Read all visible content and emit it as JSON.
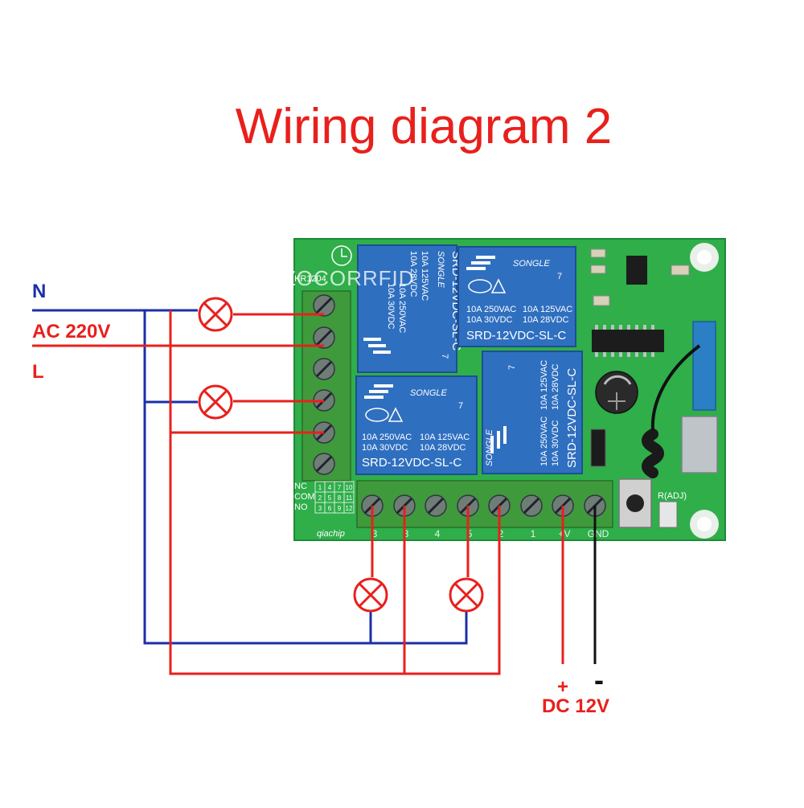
{
  "title": "Wiring diagram 2",
  "labels": {
    "neutral": "N",
    "ac_voltage": "AC 220V",
    "live": "L",
    "dc_plus": "+",
    "dc_minus": "-",
    "dc_voltage": "DC 12V"
  },
  "board": {
    "model_text": "KR1204",
    "watermark": "ZOCORRFID",
    "brand": "qiachip",
    "adjust_label": "R(ADJ)",
    "terminal_legend_rows": [
      "NC",
      "COM",
      "NO"
    ],
    "terminal_legend_numbers": [
      [
        "1",
        "4",
        "7",
        "10"
      ],
      [
        "2",
        "5",
        "8",
        "11"
      ],
      [
        "3",
        "6",
        "9",
        "12"
      ]
    ],
    "bottom_terminals": [
      "3",
      "3",
      "4",
      "5",
      "2",
      "1",
      "+V",
      "GND"
    ]
  },
  "relays": [
    {
      "brand": "SONGLE",
      "rating1": "10A 250VAC",
      "rating2": "10A 125VAC",
      "rating3": "10A 30VDC",
      "rating4": "10A 28VDC",
      "model": "SRD-12VDC-SL-C",
      "code": "7"
    },
    {
      "brand": "SONGLE",
      "rating1": "10A 250VAC",
      "rating2": "10A 125VAC",
      "rating3": "10A 30VDC",
      "rating4": "10A 28VDC",
      "model": "SRD-12VDC-SL-C",
      "code": "7"
    },
    {
      "brand": "SONGLE",
      "rating1": "10A 250VAC",
      "rating2": "10A 125VAC",
      "rating3": "10A 30VDC",
      "rating4": "10A 28VDC",
      "model": "SRD-12VDC-SL-C",
      "code": "7"
    },
    {
      "brand": "SONGLE",
      "rating1": "10A 250VAC",
      "rating2": "10A 125VAC",
      "rating3": "10A 30VDC",
      "rating4": "10A 28VDC",
      "model": "SRD-12VDC-SL-C",
      "code": "7"
    }
  ],
  "colors": {
    "title": "#e8201c",
    "neutral_wire": "#1a2fa8",
    "live_wire": "#e8201c",
    "pcb_green": "#2fae4a",
    "relay_blue": "#2f6fc0",
    "terminal_green": "#3f9a3c",
    "dc_negative_wire": "#111111"
  }
}
